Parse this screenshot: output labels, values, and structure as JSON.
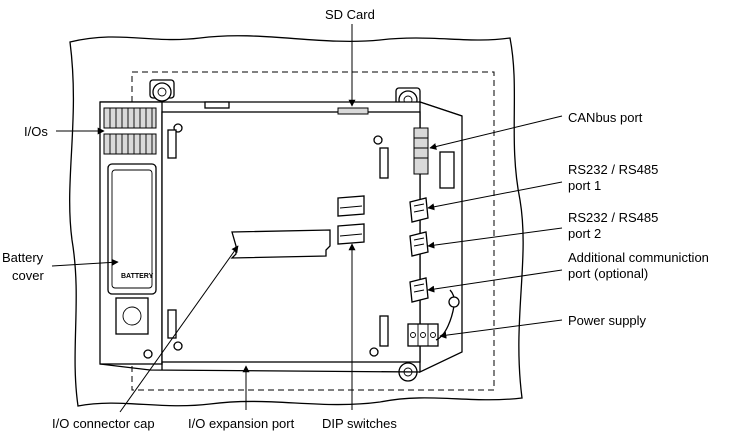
{
  "labels": {
    "sd_card": "SD Card",
    "ios": "I/Os",
    "battery_cover_line1": "Battery",
    "battery_cover_line2": "cover",
    "battery_text": "BATTERY",
    "canbus_port": "CANbus port",
    "rs232_1_line1": "RS232 / RS485",
    "rs232_1_line2": "port 1",
    "rs232_2_line1": "RS232 / RS485",
    "rs232_2_line2": "port 2",
    "additional_line1": "Additional communiction",
    "additional_line2": "port (optional)",
    "power_supply": "Power supply",
    "io_connector_cap": "I/O connector cap",
    "io_expansion_port": "I/O expansion port",
    "dip_switches": "DIP switches"
  },
  "colors": {
    "line": "#000000",
    "background": "#ffffff",
    "shade": "#d9d9d9"
  }
}
